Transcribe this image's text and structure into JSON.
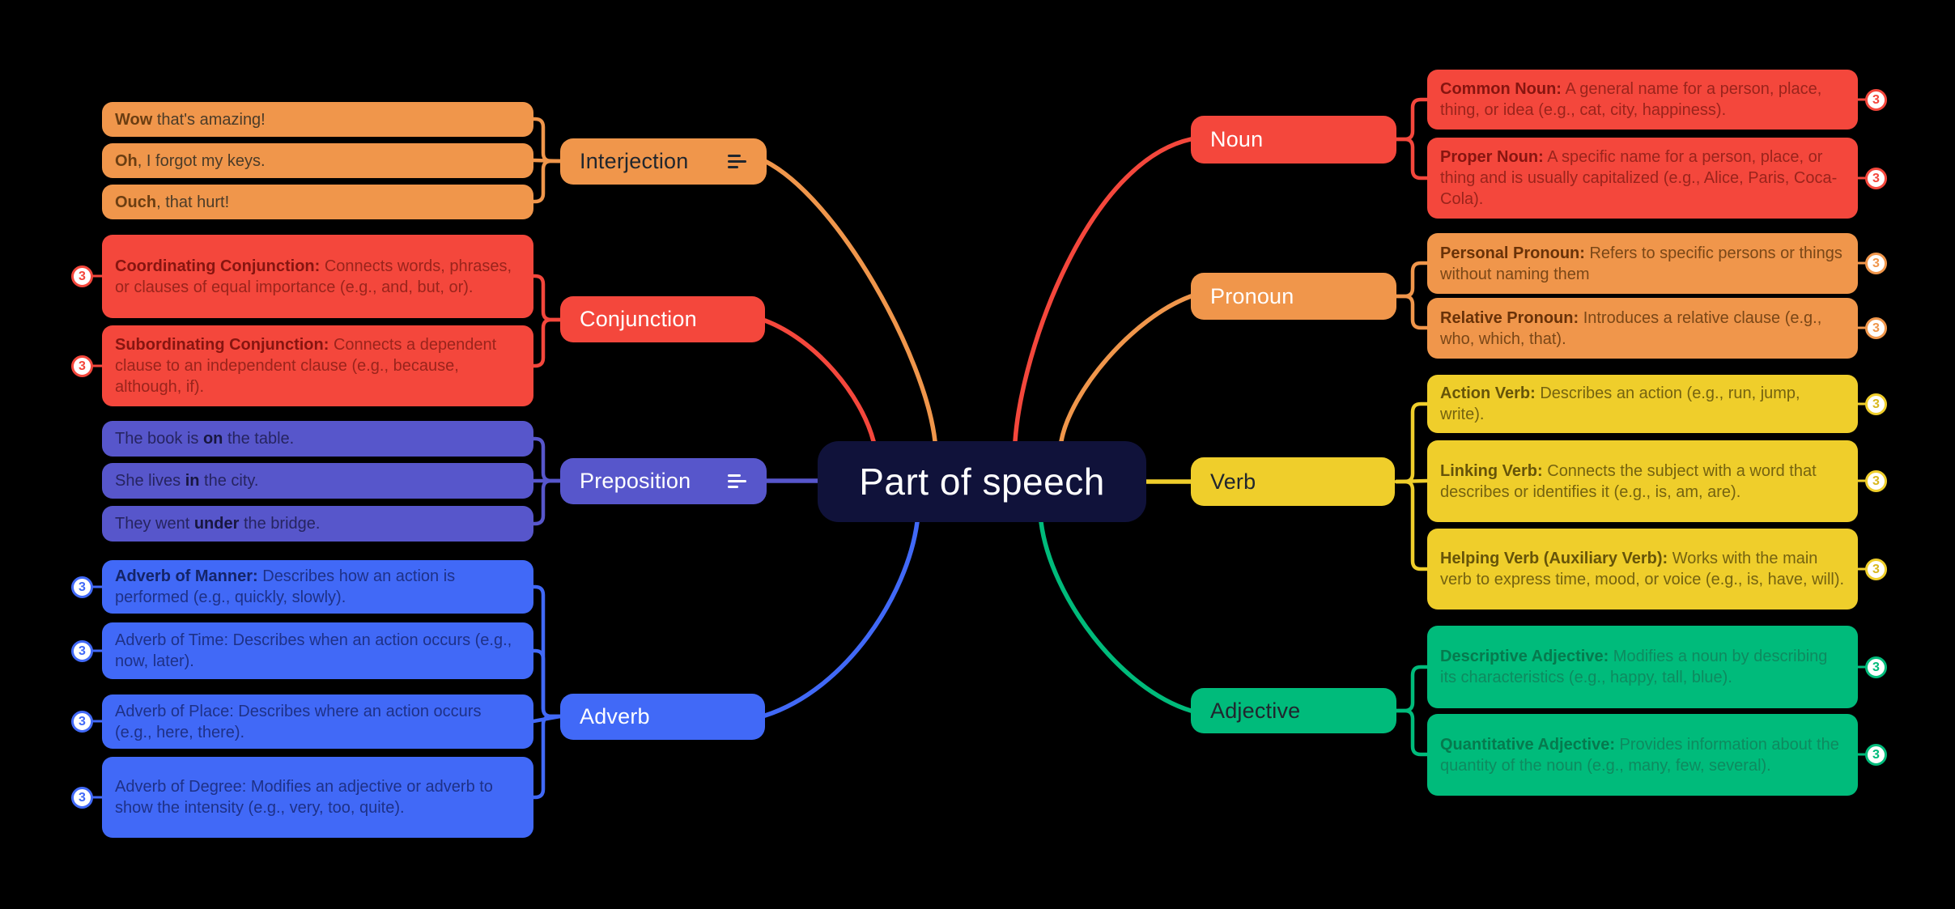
{
  "center": {
    "label": "Part of speech",
    "bg_color": "#10123A"
  },
  "colors": {
    "orange": "#F0964B",
    "red": "#F4473C",
    "indigo": "#5756CB",
    "blue": "#4169F7",
    "yellow": "#EFCE2B",
    "green": "#00BB7B",
    "background": "#000000",
    "center_bg": "#10123A"
  },
  "branches": {
    "interjection": {
      "label": "Interjection",
      "color": "#F0964B",
      "icon": "notes-icon",
      "children": [
        {
          "pre": "",
          "bold": "Wow",
          "post": " that's amazing!"
        },
        {
          "pre": "",
          "bold": "Oh",
          "post": ", I forgot my keys."
        },
        {
          "pre": "",
          "bold": "Ouch",
          "post": ", that hurt!"
        }
      ]
    },
    "conjunction": {
      "label": "Conjunction",
      "color": "#F4473C",
      "children": [
        {
          "pre": "",
          "bold": "Coordinating Conjunction:",
          "post": " Connects words, phrases, or clauses of equal importance (e.g., and, but, or).",
          "badge": "3"
        },
        {
          "pre": "",
          "bold": "Subordinating Conjunction:",
          "post": " Connects a dependent clause to an independent clause (e.g., because, although, if).",
          "badge": "3"
        }
      ]
    },
    "preposition": {
      "label": "Preposition",
      "color": "#5756CB",
      "icon": "notes-icon",
      "children": [
        {
          "pre": "The book is ",
          "bold": "on",
          "post": " the table."
        },
        {
          "pre": "She lives ",
          "bold": "in",
          "post": " the city."
        },
        {
          "pre": "They went ",
          "bold": "under",
          "post": " the bridge."
        }
      ]
    },
    "adverb": {
      "label": "Adverb",
      "color": "#4169F7",
      "children": [
        {
          "pre": "",
          "bold": "Adverb of Manner:",
          "post": " Describes how an action is performed (e.g., quickly, slowly).",
          "badge": "3"
        },
        {
          "pre": "Adverb of Time: Describes when an action occurs (e.g., now, later).",
          "bold": "",
          "post": "",
          "badge": "3"
        },
        {
          "pre": "Adverb of Place: Describes where an action occurs (e.g., here, there).",
          "bold": "",
          "post": "",
          "badge": "3"
        },
        {
          "pre": "Adverb of Degree: Modifies an adjective or adverb to show the intensity (e.g., very, too, quite).",
          "bold": "",
          "post": "",
          "badge": "3"
        }
      ]
    },
    "noun": {
      "label": "Noun",
      "color": "#F4473C",
      "children": [
        {
          "pre": "",
          "bold": "Common Noun:",
          "post": " A general name for a person, place, thing, or idea (e.g., cat, city, happiness).",
          "badge": "3"
        },
        {
          "pre": "",
          "bold": "Proper Noun:",
          "post": " A specific name for a person, place, or thing and is usually capitalized (e.g., Alice, Paris, Coca-Cola).",
          "badge": "3"
        }
      ]
    },
    "pronoun": {
      "label": "Pronoun",
      "color": "#F0964B",
      "children": [
        {
          "pre": "",
          "bold": "Personal Pronoun:",
          "post": " Refers to specific persons or things without naming them",
          "badge": "3"
        },
        {
          "pre": "",
          "bold": "Relative Pronoun:",
          "post": " Introduces a relative clause (e.g., who, which, that).",
          "badge": "3"
        }
      ]
    },
    "verb": {
      "label": "Verb",
      "color": "#EFCE2B",
      "children": [
        {
          "pre": "",
          "bold": "Action Verb:",
          "post": " Describes an action (e.g., run, jump, write).",
          "badge": "3"
        },
        {
          "pre": "",
          "bold": "Linking Verb:",
          "post": " Connects the subject with a word that describes or identifies it (e.g., is, am, are).",
          "badge": "3"
        },
        {
          "pre": "",
          "bold": "Helping Verb (Auxiliary Verb):",
          "post": " Works with the main verb to express time, mood, or voice (e.g., is, have, will).",
          "badge": "3"
        }
      ]
    },
    "adjective": {
      "label": "Adjective",
      "color": "#00BB7B",
      "children": [
        {
          "pre": "",
          "bold": "Descriptive Adjective:",
          "post": " Modifies a noun by describing its characteristics (e.g., happy, tall, blue).",
          "badge": "3"
        },
        {
          "pre": "",
          "bold": "Quantitative Adjective:",
          "post": " Provides information about the quantity of the noun (e.g., many, few, several).",
          "badge": "3"
        }
      ]
    }
  }
}
